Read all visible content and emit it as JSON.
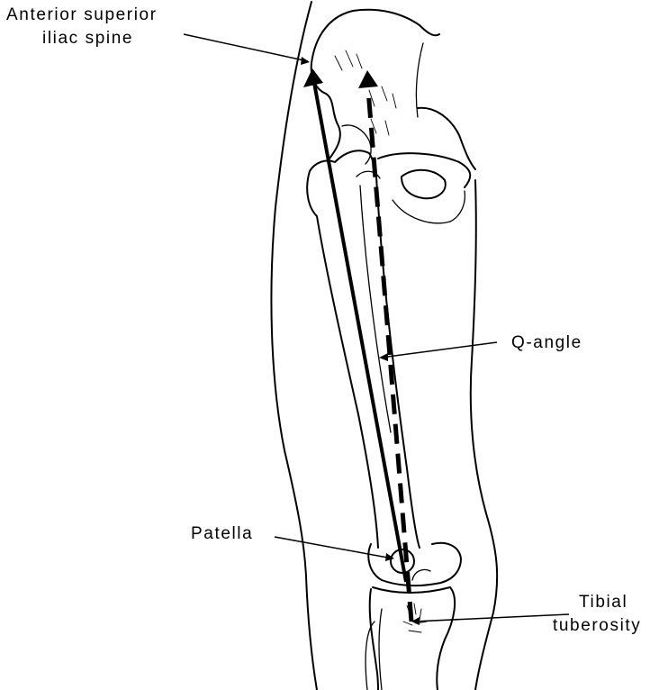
{
  "labels": {
    "asis_line1": "Anterior superior",
    "asis_line2": "iliac spine",
    "q_angle": "Q-angle",
    "patella": "Patella",
    "tibial_line1": "Tibial",
    "tibial_line2": "tuberosity"
  },
  "colors": {
    "ink": "#000000",
    "background": "#ffffff"
  }
}
